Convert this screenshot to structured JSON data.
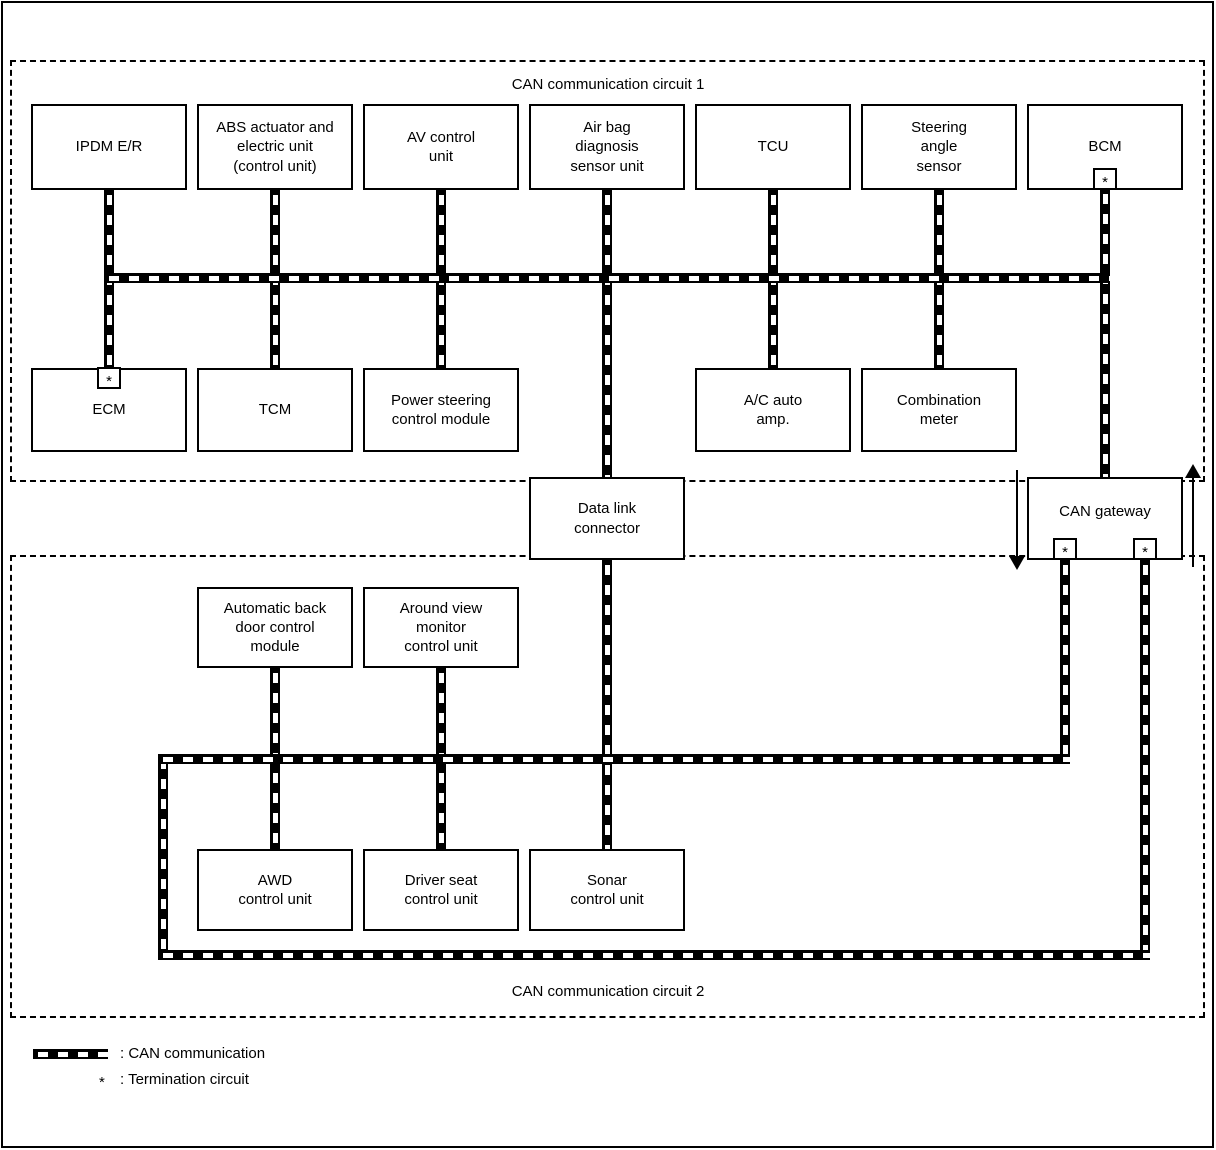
{
  "titles": {
    "circuit1": "CAN communication circuit 1",
    "circuit2": "CAN communication circuit 2"
  },
  "boxes": {
    "ipdm": {
      "label": "IPDM E/R"
    },
    "abs": {
      "label": "ABS actuator and\nelectric unit\n(control unit)"
    },
    "av": {
      "label": "AV control\nunit"
    },
    "airbag": {
      "label": "Air bag\ndiagnosis\nsensor unit"
    },
    "tcu": {
      "label": "TCU"
    },
    "steering": {
      "label": "Steering\nangle\nsensor"
    },
    "bcm": {
      "label": "BCM"
    },
    "ecm": {
      "label": "ECM"
    },
    "tcm": {
      "label": "TCM"
    },
    "power_steering": {
      "label": "Power steering\ncontrol module"
    },
    "ac_auto_amp": {
      "label": "A/C auto\namp."
    },
    "combination_meter": {
      "label": "Combination\nmeter"
    },
    "data_link": {
      "label": "Data link\nconnector"
    },
    "can_gateway": {
      "label": "CAN gateway"
    },
    "auto_back_door": {
      "label": "Automatic back\ndoor control\nmodule"
    },
    "around_view": {
      "label": "Around view\nmonitor\ncontrol unit"
    },
    "awd": {
      "label": "AWD\ncontrol unit"
    },
    "driver_seat": {
      "label": "Driver seat\ncontrol unit"
    },
    "sonar": {
      "label": "Sonar\ncontrol unit"
    }
  },
  "symbols": {
    "termination": "*"
  },
  "legend": {
    "star": "*",
    "can": ": CAN communication",
    "termination": ": Termination circuit"
  },
  "colors": {
    "line": "#000000",
    "background": "#ffffff"
  }
}
